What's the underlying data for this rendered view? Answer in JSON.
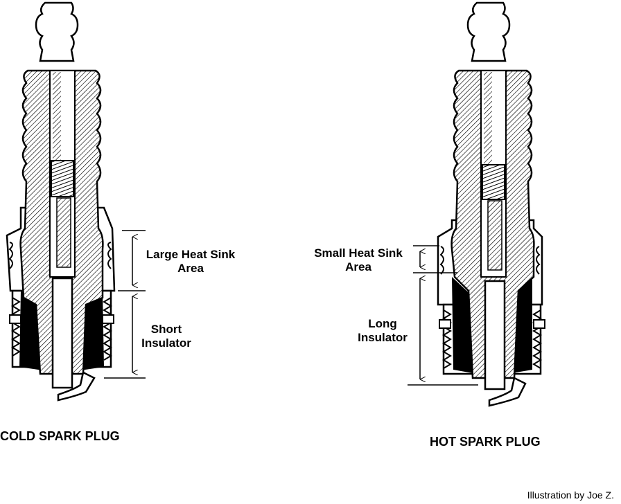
{
  "cold_plug": {
    "caption": "COLD SPARK PLUG",
    "heat_sink_label_line1": "Large Heat Sink",
    "heat_sink_label_line2": "Area",
    "insulator_label_line1": "Short",
    "insulator_label_line2": "Insulator"
  },
  "hot_plug": {
    "caption": "HOT SPARK PLUG",
    "heat_sink_label_line1": "Small Heat Sink",
    "heat_sink_label_line2": "Area",
    "insulator_label_line1": "Long",
    "insulator_label_line2": "Insulator"
  },
  "credit": "Illustration by Joe Z."
}
